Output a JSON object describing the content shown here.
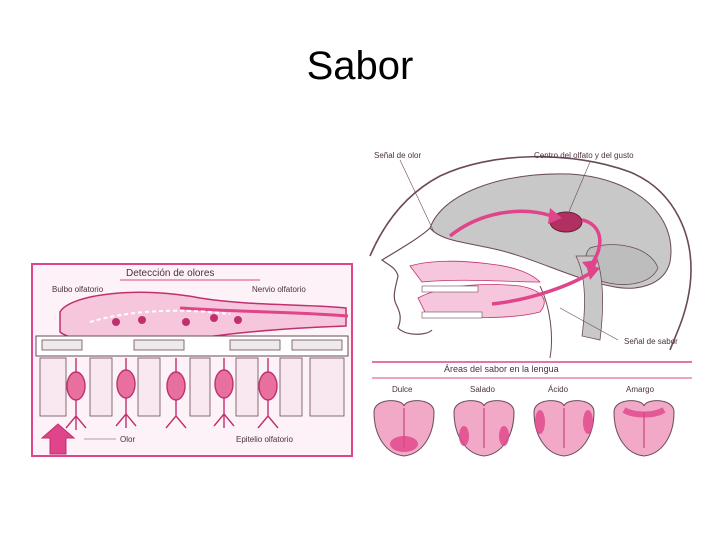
{
  "slide": {
    "title": "Sabor"
  },
  "olfactory_panel": {
    "heading": "Detección de olores",
    "labels": {
      "bulb": "Bulbo olfatorio",
      "nerve": "Nervio olfatorio",
      "odor": "Olor",
      "epithelium": "Epitelio olfatorio"
    }
  },
  "head_panel": {
    "labels": {
      "odor_signal": "Señal de olor",
      "center": "Centro del olfato y del gusto",
      "taste_signal": "Señal de sabor"
    }
  },
  "tongue_panel": {
    "heading": "Áreas del sabor en la lengua",
    "tongues": [
      "Dulce",
      "Salado",
      "Ácido",
      "Amargo"
    ]
  },
  "colors": {
    "accent": "#e0448a",
    "light_pink": "#f6c7dc",
    "gray": "#c8c8c8",
    "outline": "#6a4a5a"
  }
}
